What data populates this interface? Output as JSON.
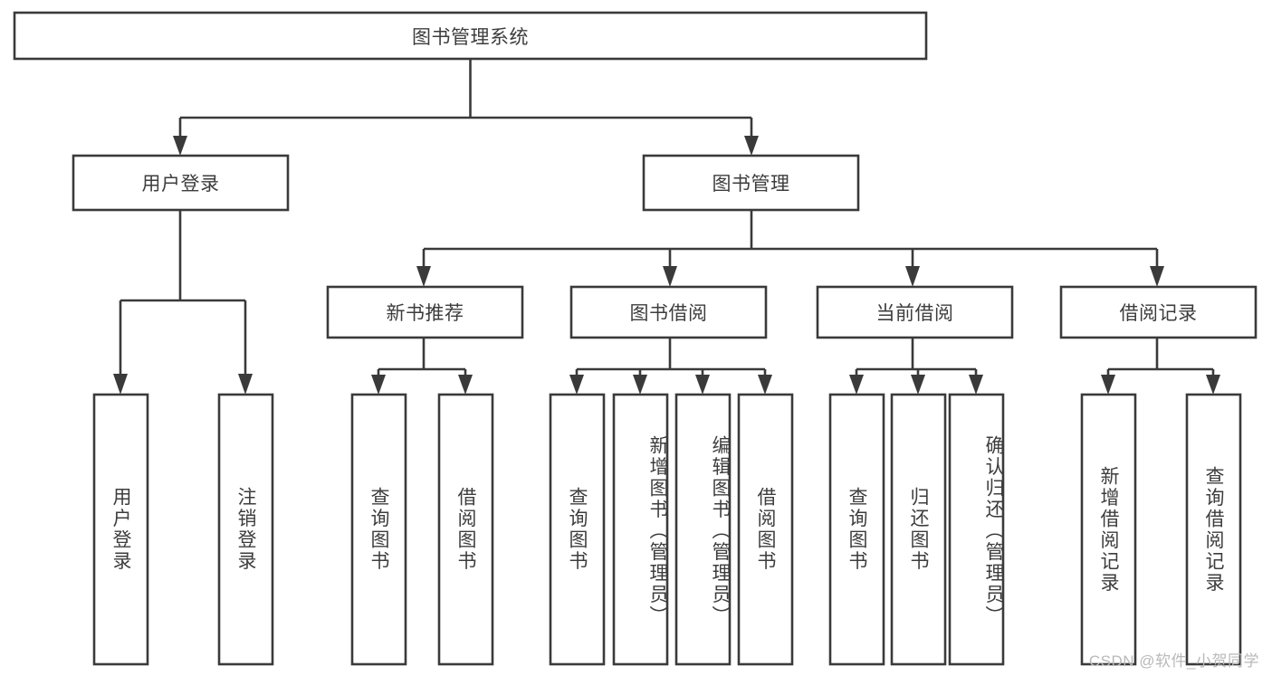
{
  "diagram": {
    "title": "图书管理系统",
    "watermark": "CSDN @软件_小贺同学",
    "colors": {
      "stroke": "#3a3a3a",
      "fill": "#ffffff",
      "text": "#3d3d3d",
      "watermark": "#b9b9b9",
      "background": "#ffffff"
    },
    "levels": {
      "root": "图书管理系统",
      "level2": [
        "用户登录",
        "图书管理"
      ],
      "level3": [
        "新书推荐",
        "图书借阅",
        "当前借阅",
        "借阅记录"
      ]
    },
    "nodes": {
      "root": {
        "label": "图书管理系统",
        "orientation": "horizontal"
      },
      "user_login": {
        "label": "用户登录",
        "orientation": "horizontal"
      },
      "book_manage": {
        "label": "图书管理",
        "orientation": "horizontal"
      },
      "new_book_rec": {
        "label": "新书推荐",
        "orientation": "horizontal"
      },
      "book_borrow": {
        "label": "图书借阅",
        "orientation": "horizontal"
      },
      "current_borrow": {
        "label": "当前借阅",
        "orientation": "horizontal"
      },
      "borrow_record": {
        "label": "借阅记录",
        "orientation": "horizontal"
      },
      "leaf_user_login": {
        "label": "用户登录",
        "orientation": "vertical"
      },
      "leaf_logout": {
        "label": "注销登录",
        "orientation": "vertical"
      },
      "leaf_query_book_rec": {
        "label": "查询图书",
        "orientation": "vertical"
      },
      "leaf_borrow_book_rec": {
        "label": "借阅图书",
        "orientation": "vertical"
      },
      "leaf_query_book_borrow": {
        "label": "查询图书",
        "orientation": "vertical"
      },
      "leaf_add_book": {
        "label": "新增图书（管理员）",
        "orientation": "vertical"
      },
      "leaf_edit_book": {
        "label": "编辑图书（管理员）",
        "orientation": "vertical"
      },
      "leaf_borrow_book": {
        "label": "借阅图书",
        "orientation": "vertical"
      },
      "leaf_query_book_current": {
        "label": "查询图书",
        "orientation": "vertical"
      },
      "leaf_return_book": {
        "label": "归还图书",
        "orientation": "vertical"
      },
      "leaf_confirm_return": {
        "label": "确认归还（管理员）",
        "orientation": "vertical"
      },
      "leaf_add_record": {
        "label": "新增借阅记录",
        "orientation": "vertical"
      },
      "leaf_query_record": {
        "label": "查询借阅记录",
        "orientation": "vertical"
      }
    },
    "tree": [
      {
        "label": "图书管理系统",
        "children": [
          {
            "label": "用户登录",
            "children": [
              {
                "label": "用户登录"
              },
              {
                "label": "注销登录"
              }
            ]
          },
          {
            "label": "图书管理",
            "children": [
              {
                "label": "新书推荐",
                "children": [
                  {
                    "label": "查询图书"
                  },
                  {
                    "label": "借阅图书"
                  }
                ]
              },
              {
                "label": "图书借阅",
                "children": [
                  {
                    "label": "查询图书"
                  },
                  {
                    "label": "新增图书（管理员）"
                  },
                  {
                    "label": "编辑图书（管理员）"
                  },
                  {
                    "label": "借阅图书"
                  }
                ]
              },
              {
                "label": "当前借阅",
                "children": [
                  {
                    "label": "查询图书"
                  },
                  {
                    "label": "归还图书"
                  },
                  {
                    "label": "确认归还（管理员）"
                  }
                ]
              },
              {
                "label": "借阅记录",
                "children": [
                  {
                    "label": "新增借阅记录"
                  },
                  {
                    "label": "查询借阅记录"
                  }
                ]
              }
            ]
          }
        ]
      }
    ]
  }
}
